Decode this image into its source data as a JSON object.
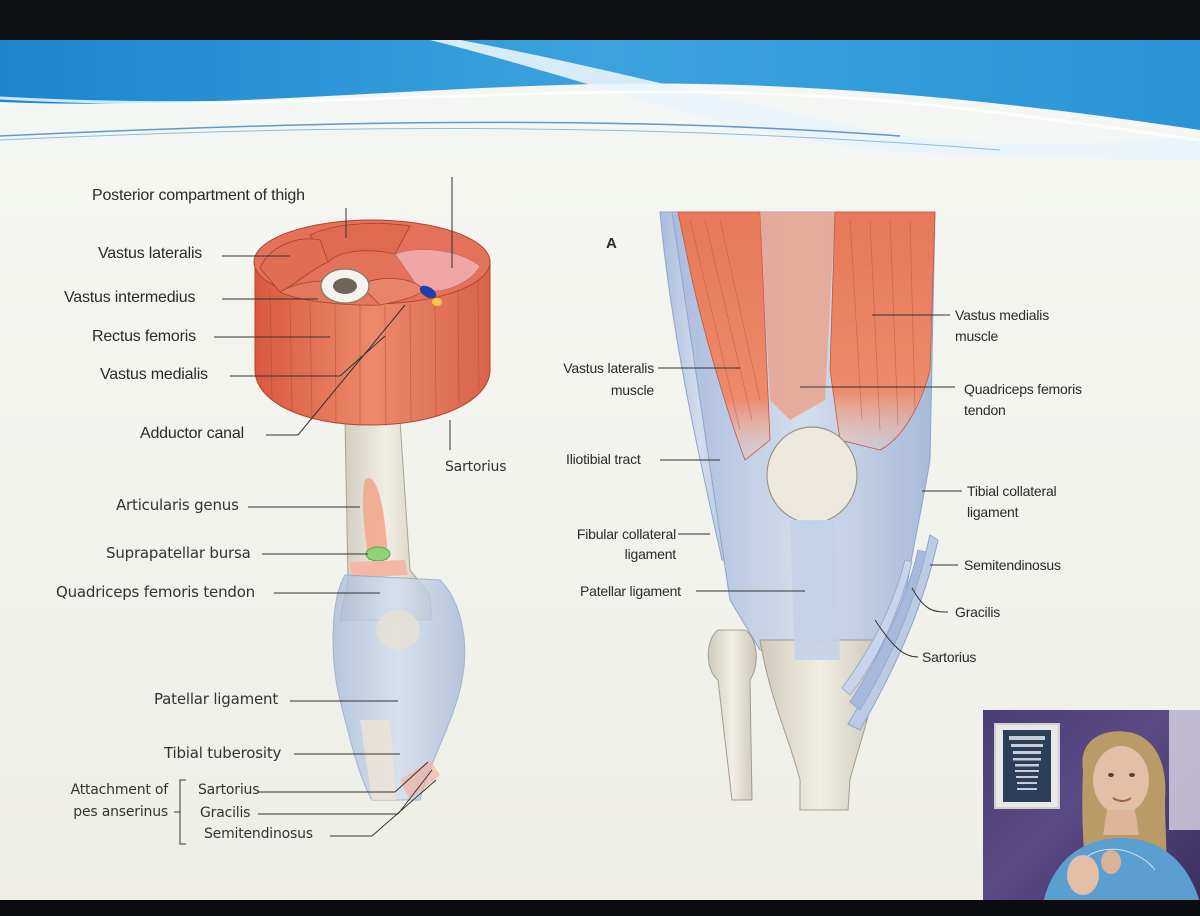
{
  "labels": {
    "posterior_compartment": "Posterior compartment of thigh",
    "vastus_lateralis": "Vastus lateralis",
    "vastus_intermedius": "Vastus intermedius",
    "rectus_femoris": "Rectus femoris",
    "vastus_medialis": "Vastus medialis",
    "adductor_canal": "Adductor canal",
    "sartorius_cross": "Sartorius",
    "articularis_genus": "Articularis genus",
    "suprapatellar_bursa": "Suprapatellar bursa",
    "quadriceps_tendon_left": "Quadriceps femoris tendon",
    "patellar_ligament_left": "Patellar ligament",
    "tibial_tuberosity": "Tibial tuberosity",
    "attachment_line1": "Attachment of",
    "attachment_line2": "pes anserinus",
    "pes_sartorius": "Sartorius",
    "pes_gracilis": "Gracilis",
    "pes_semitendinosus": "Semitendinosus",
    "figure_letter": "A",
    "vastus_lateralis_muscle_1": "Vastus lateralis",
    "vastus_lateralis_muscle_2": "muscle",
    "iliotibial_tract": "Iliotibial tract",
    "fibular_collateral_1": "Fibular collateral",
    "fibular_collateral_2": "ligament",
    "patellar_ligament_right": "Patellar ligament",
    "vastus_medialis_muscle_1": "Vastus medialis",
    "vastus_medialis_muscle_2": "muscle",
    "quadriceps_tendon_right_1": "Quadriceps femoris",
    "quadriceps_tendon_right_2": "tendon",
    "tibial_collateral_1": "Tibial collateral",
    "tibial_collateral_2": "ligament",
    "semitendinosus_right": "Semitendinosus",
    "gracilis_right": "Gracilis",
    "sartorius_right": "Sartorius"
  },
  "colors": {
    "muscle": "#e8785a",
    "muscle_dark": "#c8553c",
    "ligament": "#b8c8e2",
    "bone": "#e9e6dc",
    "banner_blue": "#2f8fd0",
    "webcam_bg": "#4a3d74"
  },
  "webcam": {
    "icon": "presenter-video-icon"
  }
}
